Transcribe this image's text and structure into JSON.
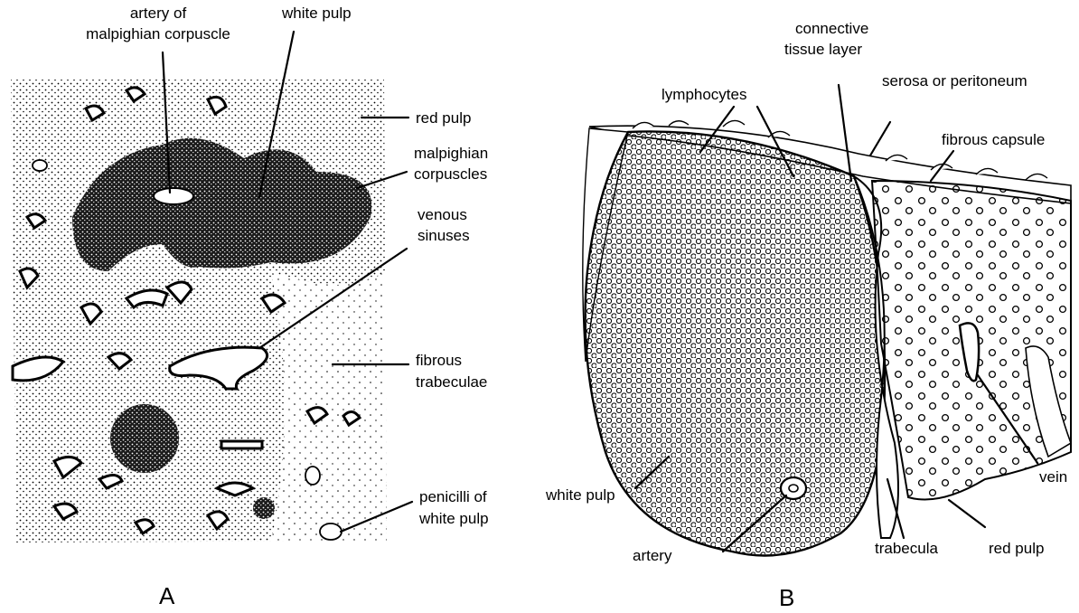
{
  "panel_a": {
    "letter": "A",
    "labels": {
      "artery_line1": "artery of",
      "artery_line2": "malpighian corpuscle",
      "white_pulp": "white pulp",
      "red_pulp": "red pulp",
      "malpighian_line1": "malpighian",
      "malpighian_line2": "corpuscles",
      "venous_line1": "venous",
      "venous_line2": "sinuses",
      "fibrous_line1": "fibrous",
      "fibrous_line2": "trabeculae",
      "penicilli_line1": "penicilli of",
      "penicilli_line2": "white pulp"
    }
  },
  "panel_b": {
    "letter": "B",
    "labels": {
      "connective_line1": "connective",
      "connective_line2": "tissue  layer",
      "lymphocytes": "lymphocytes",
      "serosa": "serosa or peritoneum",
      "fibrous_capsule": "fibrous capsule",
      "white_pulp": "white pulp",
      "artery": "artery",
      "trabecula": "trabecula",
      "red_pulp": "red pulp",
      "vein": "vein"
    }
  }
}
